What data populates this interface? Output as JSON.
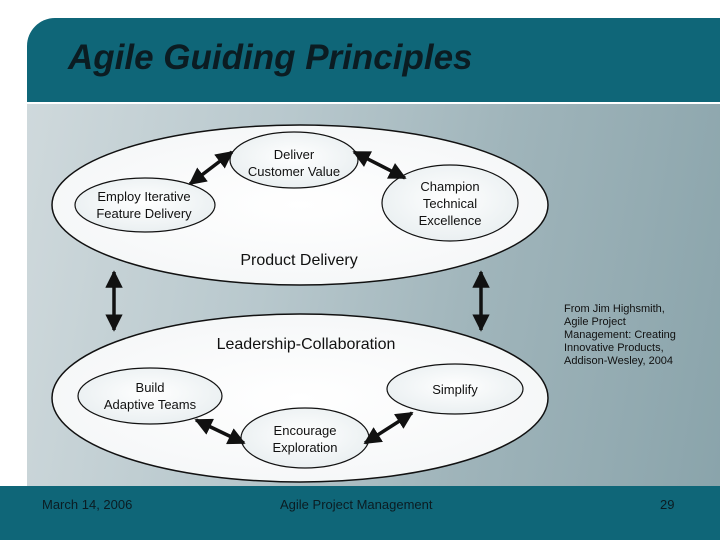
{
  "slide": {
    "title": "Agile Guiding Principles",
    "footer": {
      "date": "March 14, 2006",
      "center": "Agile Project Management",
      "page": "29"
    }
  },
  "diagram": {
    "product_delivery": {
      "label": "Product Delivery",
      "deliver_line1": "Deliver",
      "deliver_line2": "Customer Value",
      "employ_line1": "Employ Iterative",
      "employ_line2": "Feature Delivery",
      "champion_line1": "Champion",
      "champion_line2": "Technical",
      "champion_line3": "Excellence"
    },
    "leadership": {
      "label": "Leadership-Collaboration",
      "build_line1": "Build",
      "build_line2": "Adaptive Teams",
      "simplify": "Simplify",
      "encourage_line1": "Encourage",
      "encourage_line2": "Exploration"
    },
    "source_line1": "From Jim Highsmith,",
    "source_line2": "Agile Project",
    "source_line3": "Management: Creating",
    "source_line4": "Innovative Products,",
    "source_line5": "Addison-Wesley, 2004"
  }
}
